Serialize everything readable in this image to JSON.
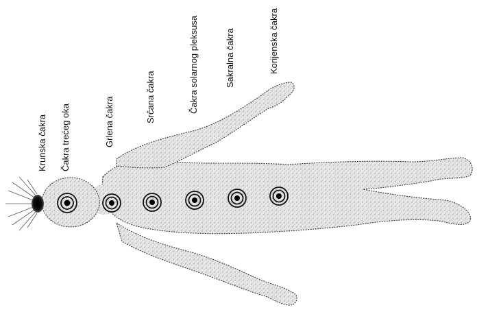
{
  "diagram": {
    "labels": [
      {
        "id": "crown",
        "text": "Krunska čakra"
      },
      {
        "id": "third-eye",
        "text": "Čakra trećeg oka"
      },
      {
        "id": "throat",
        "text": "Grlena čakra"
      },
      {
        "id": "heart",
        "text": "Srčana čakra"
      },
      {
        "id": "solar-plexus",
        "text": "Čakra solarnog pleksusa"
      },
      {
        "id": "sacral",
        "text": "Sakralna čakra"
      },
      {
        "id": "root",
        "text": "Korijenska čakra"
      }
    ],
    "colors": {
      "ink": "#111111",
      "body": "#d4d4d4",
      "stipple": "#8a8a8a",
      "outline": "#3a3a3a"
    }
  }
}
